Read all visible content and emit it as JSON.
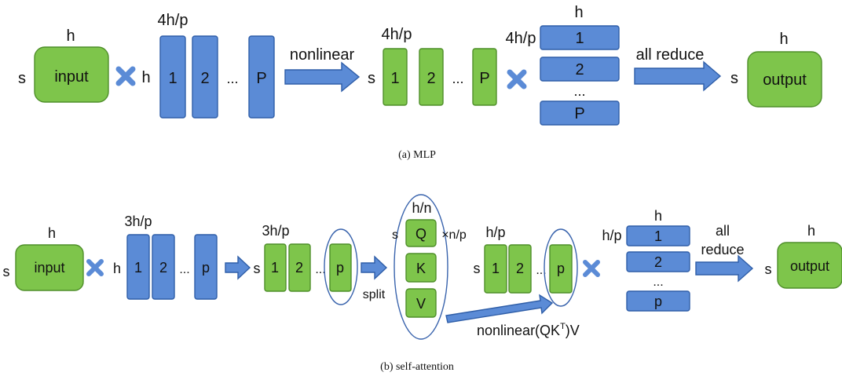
{
  "mlp": {
    "h_top": "h",
    "s_left": "s",
    "input": "input",
    "h_mid": "h",
    "w1_top": "4h/p",
    "w1_cols": [
      "1",
      "2",
      "P"
    ],
    "dots": "...",
    "nonlinear": "nonlinear",
    "act_top": "4h/p",
    "act_s": "s",
    "act_cols": [
      "1",
      "2",
      "P"
    ],
    "w2_left": "4h/p",
    "w2_top": "h",
    "w2_rows": [
      "1",
      "2",
      "P"
    ],
    "all_reduce": "all reduce",
    "out_top": "h",
    "out_s": "s",
    "output": "output",
    "caption": "(a)  MLP"
  },
  "attn": {
    "h_top": "h",
    "s_left": "s",
    "input": "input",
    "h_mid": "h",
    "w_top": "3h/p",
    "w_cols": [
      "1",
      "2",
      "p"
    ],
    "dots": "...",
    "act_top": "3h/p",
    "act_s": "s",
    "act_cols": [
      "1",
      "2",
      "p"
    ],
    "split": "split",
    "qkv_top": "h/n",
    "qkv_s": "s",
    "qkv_times": "×n/p",
    "qkv": [
      "Q",
      "K",
      "V"
    ],
    "act2_top": "h/p",
    "act2_s": "s",
    "act2_cols": [
      "1",
      "2",
      "p"
    ],
    "nonlinear_main": "nonlinear(QK",
    "nonlinear_sup": "T",
    "nonlinear_end": ")V",
    "wo_left": "h/p",
    "wo_top": "h",
    "wo_rows": [
      "1",
      "2",
      "p"
    ],
    "all": "all",
    "reduce": "reduce",
    "out_top": "h",
    "out_s": "s",
    "output": "output",
    "caption": "(b)  self-attention"
  }
}
